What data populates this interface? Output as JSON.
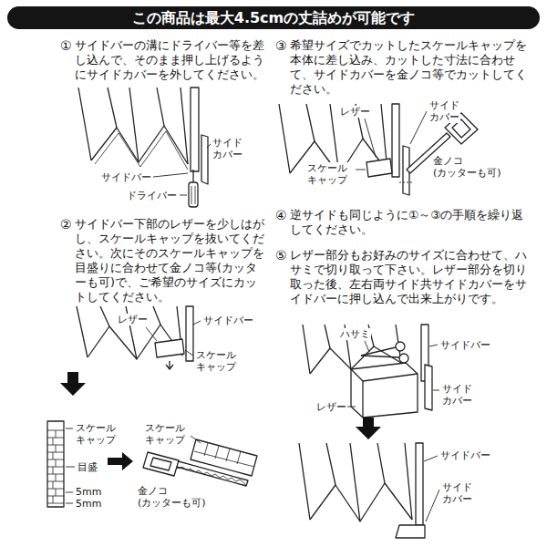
{
  "diagram": {
    "title": "この商品は最大4.5cmの丈詰めが可能です",
    "labels": [
      "①",
      "サイドバーの溝にドライバー等を差し込んで、そのまま押し上げるようにサイドカバーを外してください。",
      "サイドバー",
      "サイド カバー",
      "ドライバー",
      "②",
      "サイドバー下部のレザーを少しはがし、スケールキャップを抜いてください。次にそのスケールキャップを目盛りに合わせて金ノコ等(カッターも可)で、ご希望のサイズにカットしてください。",
      "レザー",
      "サイドバー",
      "スケール キャップ",
      "スケール キャップ",
      "目盛",
      "5mm",
      "5mm",
      "スケール キャップ",
      "金ノコ (カッターも可)",
      "③",
      "希望サイズでカットしたスケールキャップを本体に差し込み、カットした寸法に合わせて、サイドカバーを金ノコ等でカットしてください。",
      "レザー",
      "サイド カバー",
      "金ノコ (カッターも可)",
      "スケール キャップ",
      "④",
      "逆サイドも同じように①～③の手順を繰り返してください。",
      "⑤",
      "レザー部分もお好みのサイズに合わせて、ハサミで切り取って下さい。レザー部分を切り取った後、左右両サイド共サイドカバーをサイドバーに押し込んで出来上がりです。",
      "ハサミ",
      "サイドバー",
      "サイド カバー",
      "レザー",
      "サイドバー",
      "サイド カバー"
    ]
  }
}
